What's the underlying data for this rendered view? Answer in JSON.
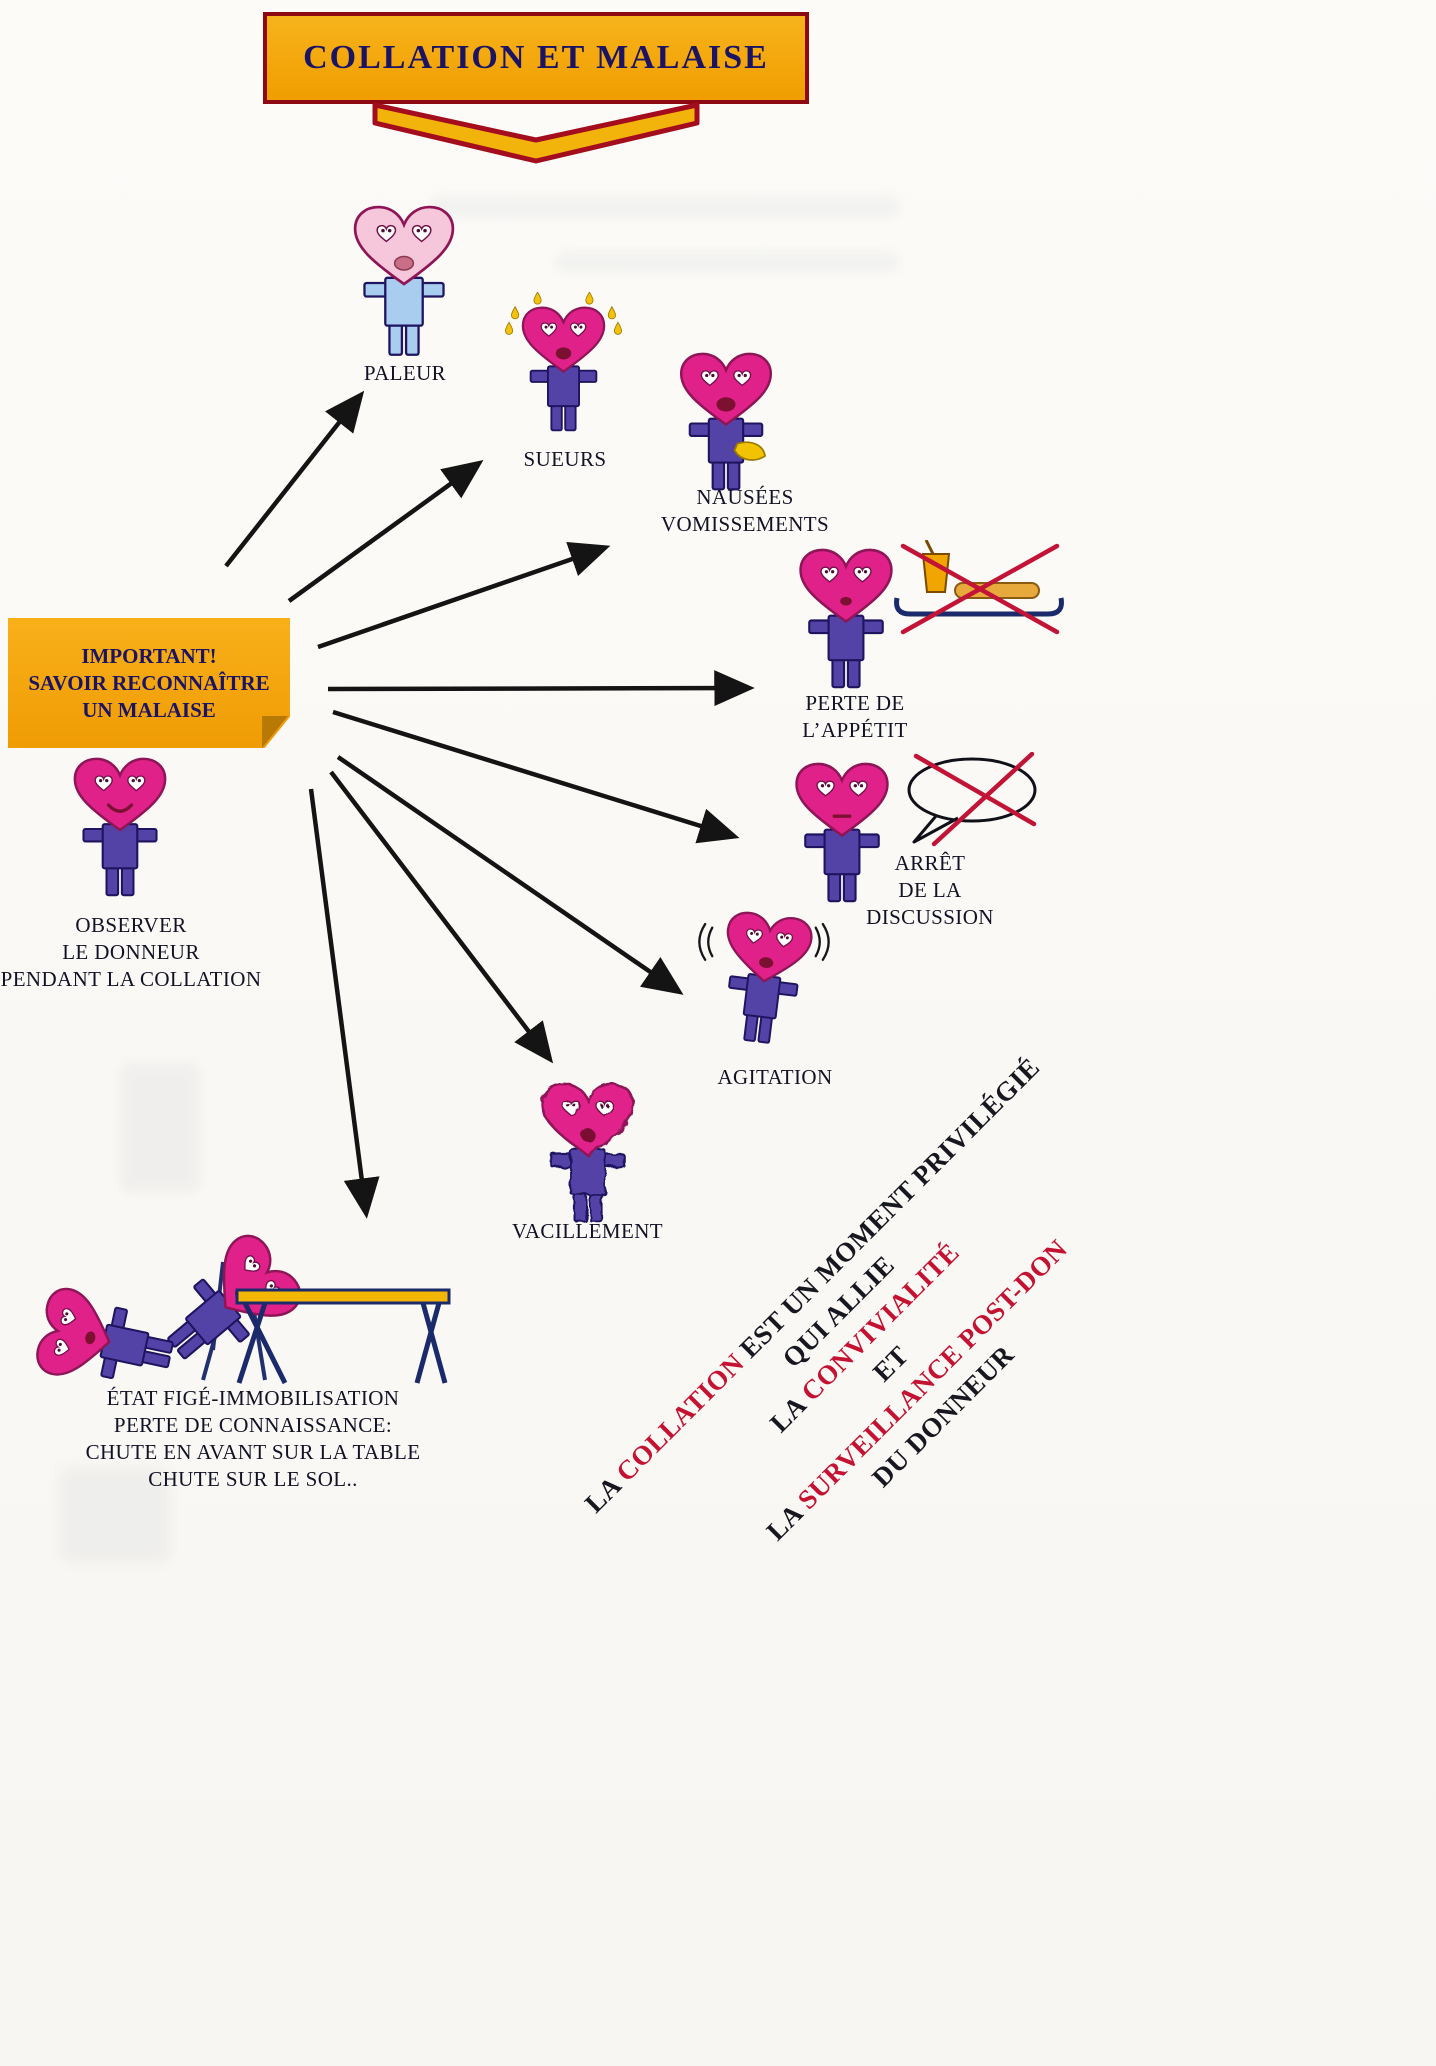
{
  "banner": {
    "title": "COLLATION ET MALAISE"
  },
  "important_box": {
    "line1": "IMPORTANT!",
    "line2": "SAVOIR RECONNAÎTRE",
    "line3": "UN MALAISE"
  },
  "observer": {
    "line1": "OBSERVER",
    "line2": "LE DONNEUR",
    "line3": "PENDANT LA COLLATION"
  },
  "symptoms": {
    "paleur": "PALEUR",
    "sueurs": "SUEURS",
    "nausees_1": "NAUSÉES",
    "nausees_2": "VOMISSEMENTS",
    "perte_1": "PERTE DE",
    "perte_2": "L’APPÉTIT",
    "arret_1": "ARRÊT",
    "arret_2": "DE LA",
    "arret_3": "DISCUSSION",
    "agitation": "AGITATION",
    "vacillement": "VACILLEMENT",
    "chute_1": "ÉTAT FIGÉ-IMMOBILISATION",
    "chute_2": "PERTE DE CONNAISSANCE:",
    "chute_3": "CHUTE EN AVANT SUR LA TABLE",
    "chute_4": "CHUTE SUR LE SOL.."
  },
  "diagonal_note": {
    "l1_pre": "LA ",
    "l1_red": "COLLATION",
    "l1_post": " EST UN MOMENT PRIVILÉGIÉ",
    "l2": "QUI ALLIE",
    "l3_pre": "LA ",
    "l3_red": "CONVIVIALITÉ",
    "l4": "ET",
    "l5_pre": "LA ",
    "l5_red": "SURVEILLANCE POST-DON",
    "l6": "DU DONNEUR"
  },
  "icons": {
    "banner_arrow": "down-arrow",
    "heart_person": "heart-person-character",
    "sweat_drops": "sweat-drops",
    "vomit_bag": "vomit-bag",
    "food_tray": "crossed-food-tray",
    "speech_bubble": "crossed-speech-bubble",
    "shake_marks": "vibration-marks",
    "table": "table-with-fallen-donor"
  },
  "colors": {
    "banner_fill": "#F2A80D",
    "banner_border": "#8E0A12",
    "title_navy": "#1B1464",
    "heart_magenta": "#E0218A",
    "body_purple": "#5443A6",
    "pale_pink": "#F6C6DA",
    "pale_blue": "#A9CDEE",
    "drop_yellow": "#F4C20D",
    "cross_red": "#C21436",
    "note_red": "#C41332",
    "arrow_black": "#141414",
    "table_yellow": "#F2B705"
  }
}
